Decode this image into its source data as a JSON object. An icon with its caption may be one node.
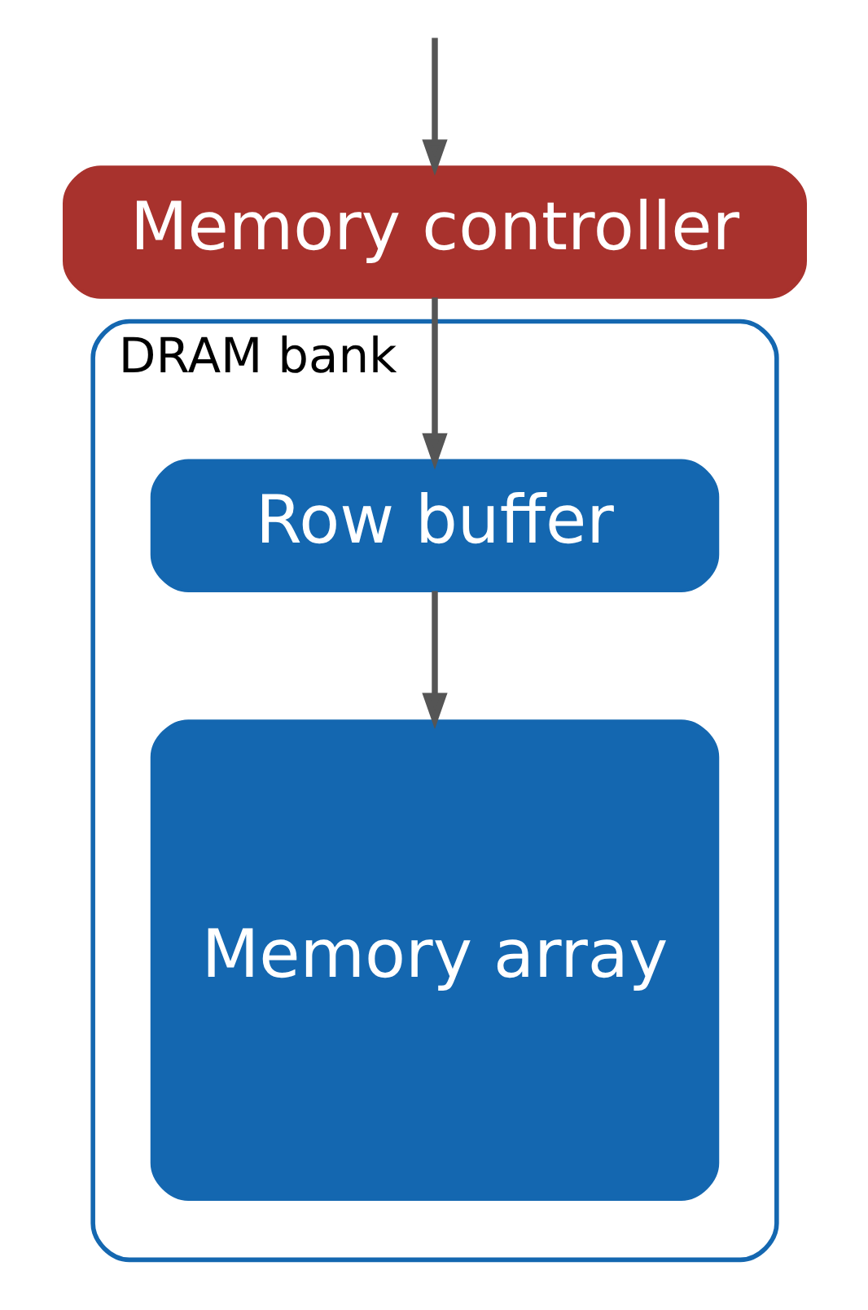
{
  "diagram": {
    "nodes": [
      {
        "text": [
          "Memory controller"
        ]
      },
      {
        "text": [
          "DRAM bank"
        ]
      },
      {
        "text": [
          "Row buffer"
        ],
        "in": 1
      },
      {
        "text": [
          "Memory array"
        ],
        "in": 1
      }
    ],
    "edges": [
      {
        "from": null,
        "to": 0,
        "arrow": "to"
      },
      {
        "from": 0,
        "to": 2,
        "arrow": "to"
      },
      {
        "from": 2,
        "to": 3,
        "arrow": "to"
      }
    ]
  }
}
